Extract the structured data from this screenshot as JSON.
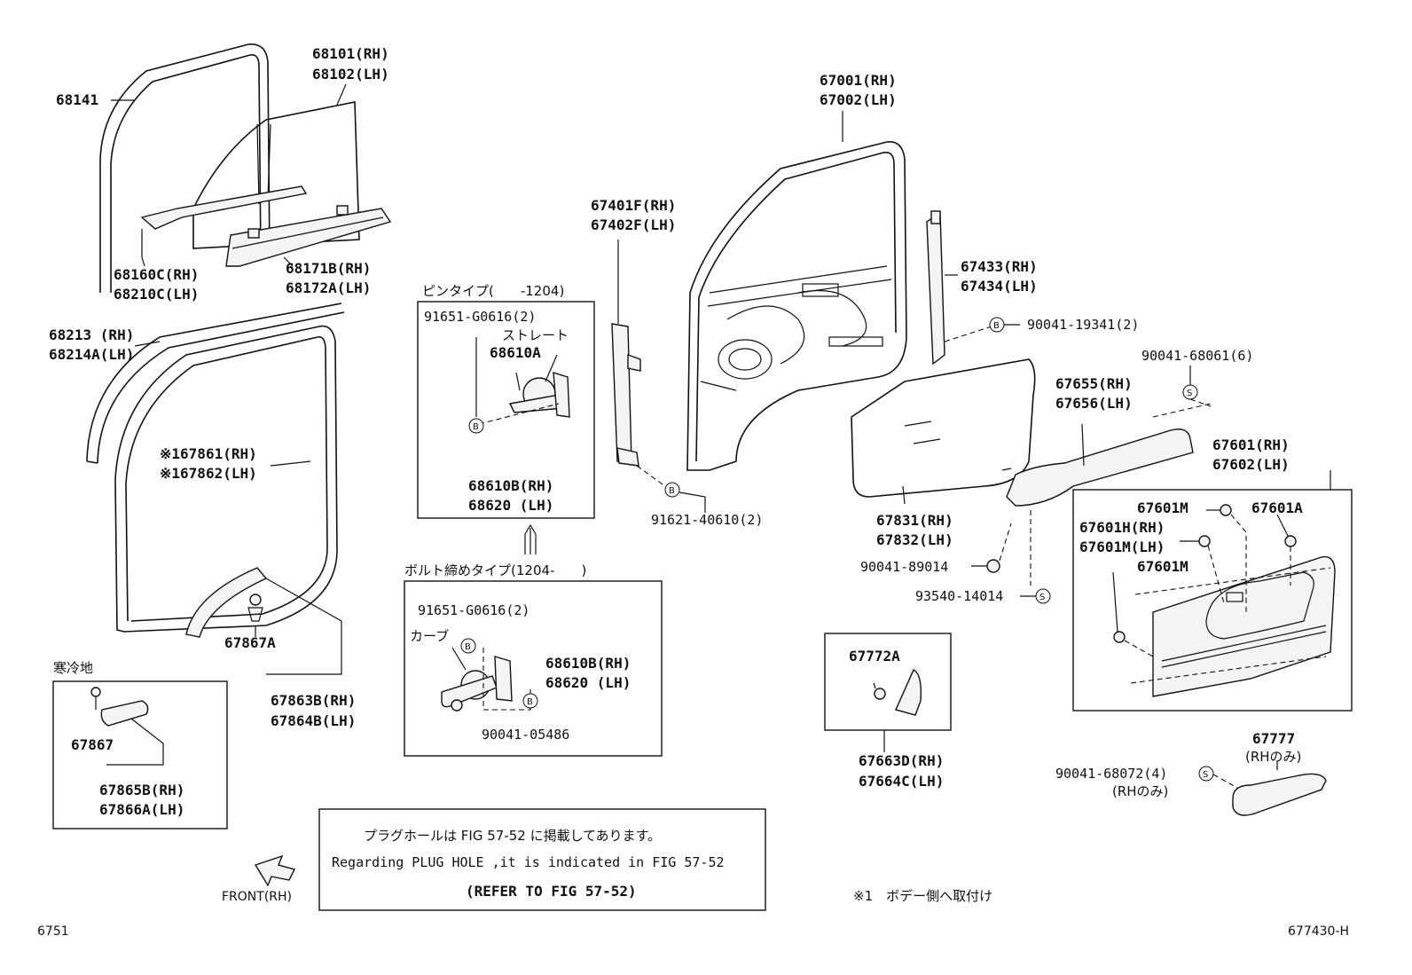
{
  "parts": {
    "p68141": "68141",
    "p68101": "68101(RH)",
    "p68102": "68102(LH)",
    "p68160C": "68160C(RH)",
    "p68210C": "68210C(LH)",
    "p68171B": "68171B(RH)",
    "p68172A": "68172A(LH)",
    "p68213": "68213 (RH)",
    "p68214A": "68214A(LH)",
    "p67861": "※167861(RH)",
    "p67862": "※167862(LH)",
    "p67867A": "67867A",
    "p67863B": "67863B(RH)",
    "p67864B": "67864B(LH)",
    "p67867": "67867",
    "p67865B": "67865B(RH)",
    "p67866A": "67866A(LH)",
    "p91651a": "91651-G0616(2)",
    "p68610A": "68610A",
    "p68610B_a": "68610B(RH)",
    "p68620_a": "68620 (LH)",
    "p91651b": "91651-G0616(2)",
    "p68610B_b": "68610B(RH)",
    "p68620_b": "68620 (LH)",
    "p90041_05486": "90041-05486",
    "p67401F": "67401F(RH)",
    "p67402F": "67402F(LH)",
    "p91621": "91621-40610(2)",
    "p67001": "67001(RH)",
    "p67002": "67002(LH)",
    "p67433": "67433(RH)",
    "p67434": "67434(LH)",
    "p90041_19341": "90041-19341(2)",
    "p90041_68061": "90041-68061(6)",
    "p67655": "67655(RH)",
    "p67656": "67656(LH)",
    "p67831": "67831(RH)",
    "p67832": "67832(LH)",
    "p90041_89014": "90041-89014",
    "p93540": "93540-14014",
    "p67601": "67601(RH)",
    "p67602": "67602(LH)",
    "p67601M_a": "67601M",
    "p67601A": "67601A",
    "p67601H": "67601H(RH)",
    "p67601M_lh": "67601M(LH)",
    "p67601M_b": "67601M",
    "p67772A": "67772A",
    "p67663D": "67663D(RH)",
    "p67664C": "67664C(LH)",
    "p67777": "67777",
    "p90041_68072": "90041-68072(4)"
  },
  "texts": {
    "pin_type": "ピンタイプ(　　-1204)",
    "straight": "ストレート",
    "bolt_type": "ボルト締めタイプ(1204-　　)",
    "curve": "カーブ",
    "cold_region": "寒冷地",
    "rh_only_a": "(RHのみ)",
    "rh_only_b": "(RHのみ)",
    "note_jp": "プラグホールは FIG 57-52 に掲載してあります。",
    "note_en": "Regarding PLUG HOLE ,it is indicated in FIG 57-52",
    "note_ref": "(REFER TO FIG 57-52)",
    "front_label": "FRONT(RH)",
    "footnote": "※1　ボデー側へ取付け",
    "page_left": "6751",
    "page_right": "677430-H"
  },
  "markers": {
    "B": "B",
    "S": "S"
  }
}
